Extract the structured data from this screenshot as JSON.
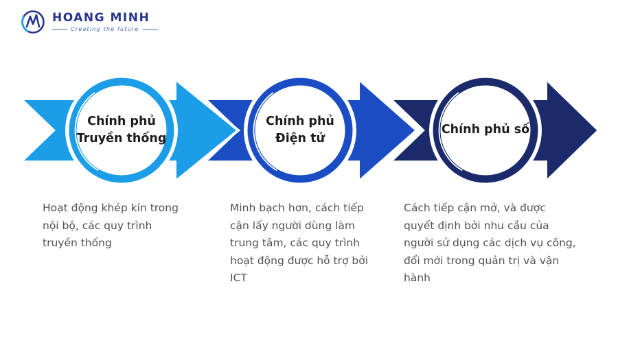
{
  "logo": {
    "name": "HOANG MINH",
    "tagline": "Creating the future",
    "monogram": "M"
  },
  "colors": {
    "background": "#FFFFFF",
    "logo_blue": "#27348B",
    "logo_accent": "#1B9DE8",
    "tagline_blue": "#4668B5",
    "label_text": "#1C1C1E",
    "body_text": "#4F5054",
    "stage1": "#1B9DE8",
    "stage2": "#1A4DC4",
    "stage3": "#1B2A6B"
  },
  "stages": [
    {
      "label": "Chính phủ\nTruyền thống",
      "description": "Hoạt động khép kín trong nội bộ, các quy trình truyền thống",
      "color": "#1B9DE8"
    },
    {
      "label": "Chính phủ\nĐiện tử",
      "description": "Minh bạch hơn, cách tiếp cận lấy người dùng làm trung tâm, các quy trình hoạt động được hỗ trợ bởi ICT",
      "color": "#1A4DC4"
    },
    {
      "label": "Chính phủ số",
      "description": "Cách tiếp cận mở, và được quyết định bởi nhu cầu của người sử dụng các dịch vụ công, đổi mới trong quản trị và vận hành",
      "color": "#1B2A6B"
    }
  ]
}
